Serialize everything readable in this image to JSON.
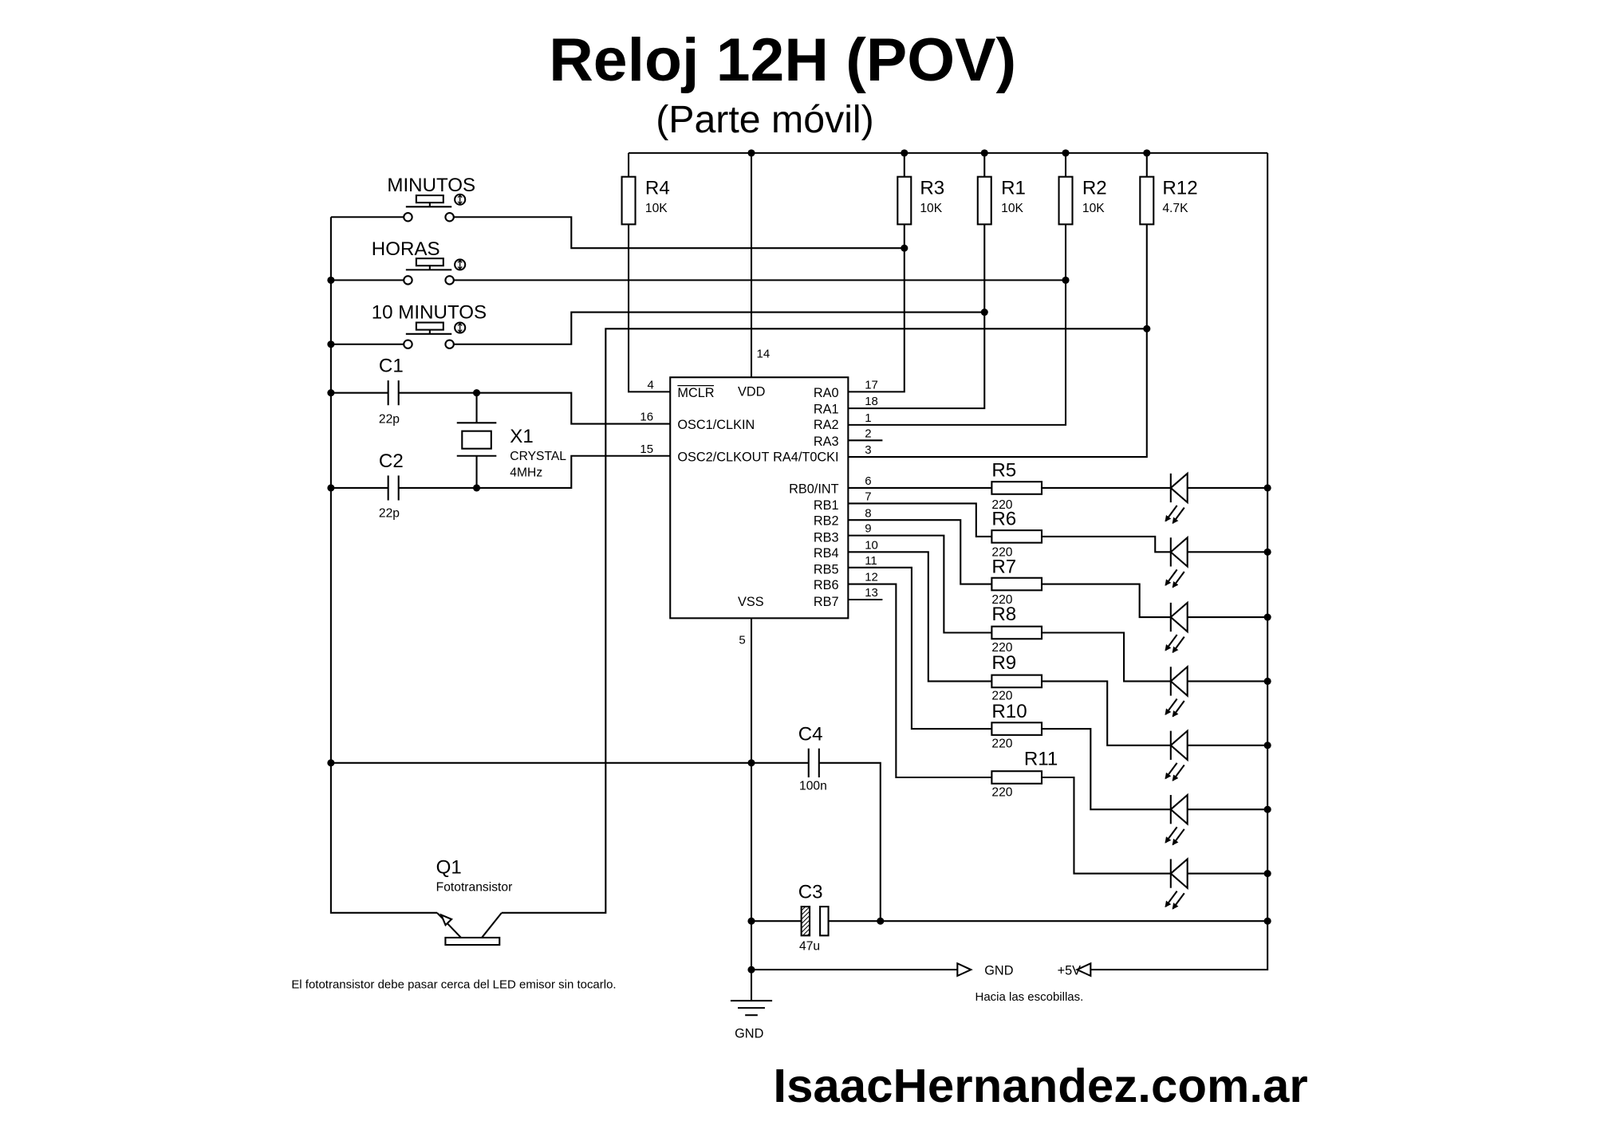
{
  "title": "Reloj 12H (POV)",
  "subtitle": "(Parte móvil)",
  "footer": "IsaacHernandez.com.ar",
  "switches": {
    "minutos": "MINUTOS",
    "horas": "HORAS",
    "diez_minutos": "10 MINUTOS"
  },
  "capacitors": {
    "c1": {
      "label": "C1",
      "value": "22p"
    },
    "c2": {
      "label": "C2",
      "value": "22p"
    },
    "c3": {
      "label": "C3",
      "value": "47u"
    },
    "c4": {
      "label": "C4",
      "value": "100n"
    }
  },
  "crystal": {
    "label": "X1",
    "type": "CRYSTAL",
    "value": "4MHz"
  },
  "resistors": {
    "r4": {
      "label": "R4",
      "value": "10K"
    },
    "r3": {
      "label": "R3",
      "value": "10K"
    },
    "r1": {
      "label": "R1",
      "value": "10K"
    },
    "r2": {
      "label": "R2",
      "value": "10K"
    },
    "r12": {
      "label": "R12",
      "value": "4.7K"
    },
    "r5": {
      "label": "R5",
      "value": "220"
    },
    "r6": {
      "label": "R6",
      "value": "220"
    },
    "r7": {
      "label": "R7",
      "value": "220"
    },
    "r8": {
      "label": "R8",
      "value": "220"
    },
    "r9": {
      "label": "R9",
      "value": "220"
    },
    "r10": {
      "label": "R10",
      "value": "220"
    },
    "r11": {
      "label": "R11",
      "value": "220"
    }
  },
  "chip": {
    "pins": {
      "mclr": {
        "name": "MCLR",
        "number": "4"
      },
      "vdd": {
        "name": "VDD",
        "number": "14"
      },
      "osc1": {
        "name": "OSC1/CLKIN",
        "number": "16"
      },
      "osc2": {
        "name": "OSC2/CLKOUT",
        "number": "15"
      },
      "vss": {
        "name": "VSS",
        "number": "5"
      },
      "ra0": {
        "name": "RA0",
        "number": "17"
      },
      "ra1": {
        "name": "RA1",
        "number": "18"
      },
      "ra2": {
        "name": "RA2",
        "number": "1"
      },
      "ra3": {
        "name": "RA3",
        "number": "2"
      },
      "ra4": {
        "name": "RA4/T0CKI",
        "number": "3"
      },
      "rb0": {
        "name": "RB0/INT",
        "number": "6"
      },
      "rb1": {
        "name": "RB1",
        "number": "7"
      },
      "rb2": {
        "name": "RB2",
        "number": "8"
      },
      "rb3": {
        "name": "RB3",
        "number": "9"
      },
      "rb4": {
        "name": "RB4",
        "number": "10"
      },
      "rb5": {
        "name": "RB5",
        "number": "11"
      },
      "rb6": {
        "name": "RB6",
        "number": "12"
      },
      "rb7": {
        "name": "RB7",
        "number": "13"
      }
    }
  },
  "phototransistor": {
    "label": "Q1",
    "type": "Fototransistor"
  },
  "note": "El fototransistor debe pasar cerca del LED emisor sin tocarlo.",
  "connector": {
    "gnd": "GND",
    "vcc": "+5V",
    "caption": "Hacia las escobillas."
  },
  "ground": {
    "label": "GND"
  },
  "icons": {
    "switch_actuator": "push-button-actuator-icon",
    "led": "led-icon",
    "ground": "ground-icon",
    "crystal": "crystal-icon",
    "connector_arrow": "arrow-icon"
  },
  "colors": {
    "ink": "#000000",
    "background": "#ffffff"
  }
}
